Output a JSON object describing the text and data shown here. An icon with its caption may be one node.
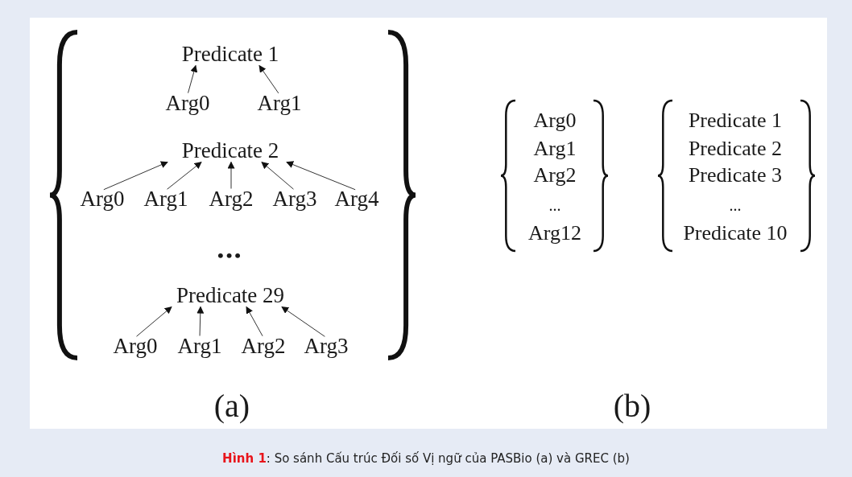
{
  "diagram": {
    "caption": "**Hình 1**: So sánh Cấu trúc Đối số Vị ngữ của PASBio (a) và GREC (b)",
    "nodes": [
      {
        "text": [
          "Predicate 1"
        ]
      },
      {
        "text": [
          "Arg0"
        ]
      },
      {
        "text": [
          "Arg1"
        ]
      },
      {
        "text": [
          "Predicate 2"
        ]
      },
      {
        "text": [
          "Arg0"
        ]
      },
      {
        "text": [
          "Arg1"
        ]
      },
      {
        "text": [
          "Arg2"
        ]
      },
      {
        "text": [
          "Arg3"
        ]
      },
      {
        "text": [
          "Arg4"
        ]
      },
      {
        "text": [
          "Predicate 29"
        ]
      },
      {
        "text": [
          "Arg0"
        ]
      },
      {
        "text": [
          "Arg1"
        ]
      },
      {
        "text": [
          "Arg2"
        ]
      },
      {
        "text": [
          "Arg3"
        ]
      }
    ],
    "edges": [
      {
        "from": 1,
        "to": 0,
        "arrow": "to"
      },
      {
        "from": 2,
        "to": 0,
        "arrow": "to"
      },
      {
        "from": 4,
        "to": 3,
        "arrow": "to"
      },
      {
        "from": 5,
        "to": 3,
        "arrow": "to"
      },
      {
        "from": 6,
        "to": 3,
        "arrow": "to"
      },
      {
        "from": 7,
        "to": 3,
        "arrow": "to"
      },
      {
        "from": 8,
        "to": 3,
        "arrow": "to"
      },
      {
        "from": 10,
        "to": 9,
        "arrow": "to"
      },
      {
        "from": 11,
        "to": 9,
        "arrow": "to"
      },
      {
        "from": 12,
        "to": 9,
        "arrow": "to"
      },
      {
        "from": 13,
        "to": 9,
        "arrow": "to"
      }
    ],
    "labels": [
      "•••",
      "(a)",
      "Arg0",
      "Arg1",
      "Arg2",
      "...",
      "Arg12",
      "Predicate 1",
      "Predicate 2",
      "Predicate 3",
      "...",
      "Predicate 10",
      "(b)"
    ]
  }
}
